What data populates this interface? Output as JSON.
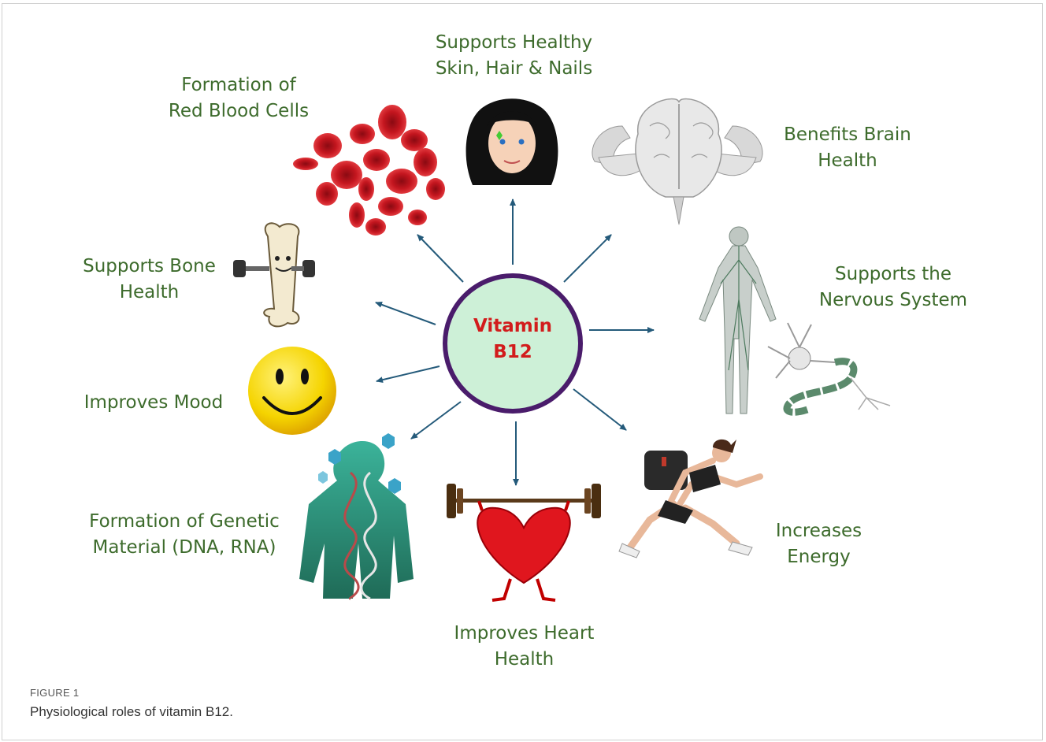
{
  "center": {
    "line1": "Vitamin",
    "line2": "B12"
  },
  "colors": {
    "label": "#3d6b2c",
    "center_text": "#d21c1c",
    "circle_border": "#4a1c6b",
    "circle_fill": "#cdf0d7",
    "arrow": "#245a7a"
  },
  "labels": {
    "skin": [
      "Supports Healthy",
      "Skin, Hair & Nails"
    ],
    "rbc": [
      "Formation of",
      "Red Blood Cells"
    ],
    "brain": [
      "Benefits Brain",
      "Health"
    ],
    "bone": [
      "Supports Bone",
      "Health"
    ],
    "nervous": [
      "Supports the",
      "Nervous System"
    ],
    "mood": [
      "Improves Mood"
    ],
    "dna": [
      "Formation of Genetic",
      "Material (DNA, RNA)"
    ],
    "energy": [
      "Increases",
      "Energy"
    ],
    "heart": [
      "Improves Heart",
      "Health"
    ]
  },
  "icons": [
    "red-blood-cells-icon",
    "woman-face-icon",
    "brain-icon",
    "bone-icon",
    "nervous-system-icon",
    "smiley-icon",
    "dna-body-icon",
    "heart-weightlifter-icon",
    "runner-icon"
  ],
  "figure": {
    "label": "FIGURE 1",
    "caption": "Physiological roles of vitamin B12."
  }
}
